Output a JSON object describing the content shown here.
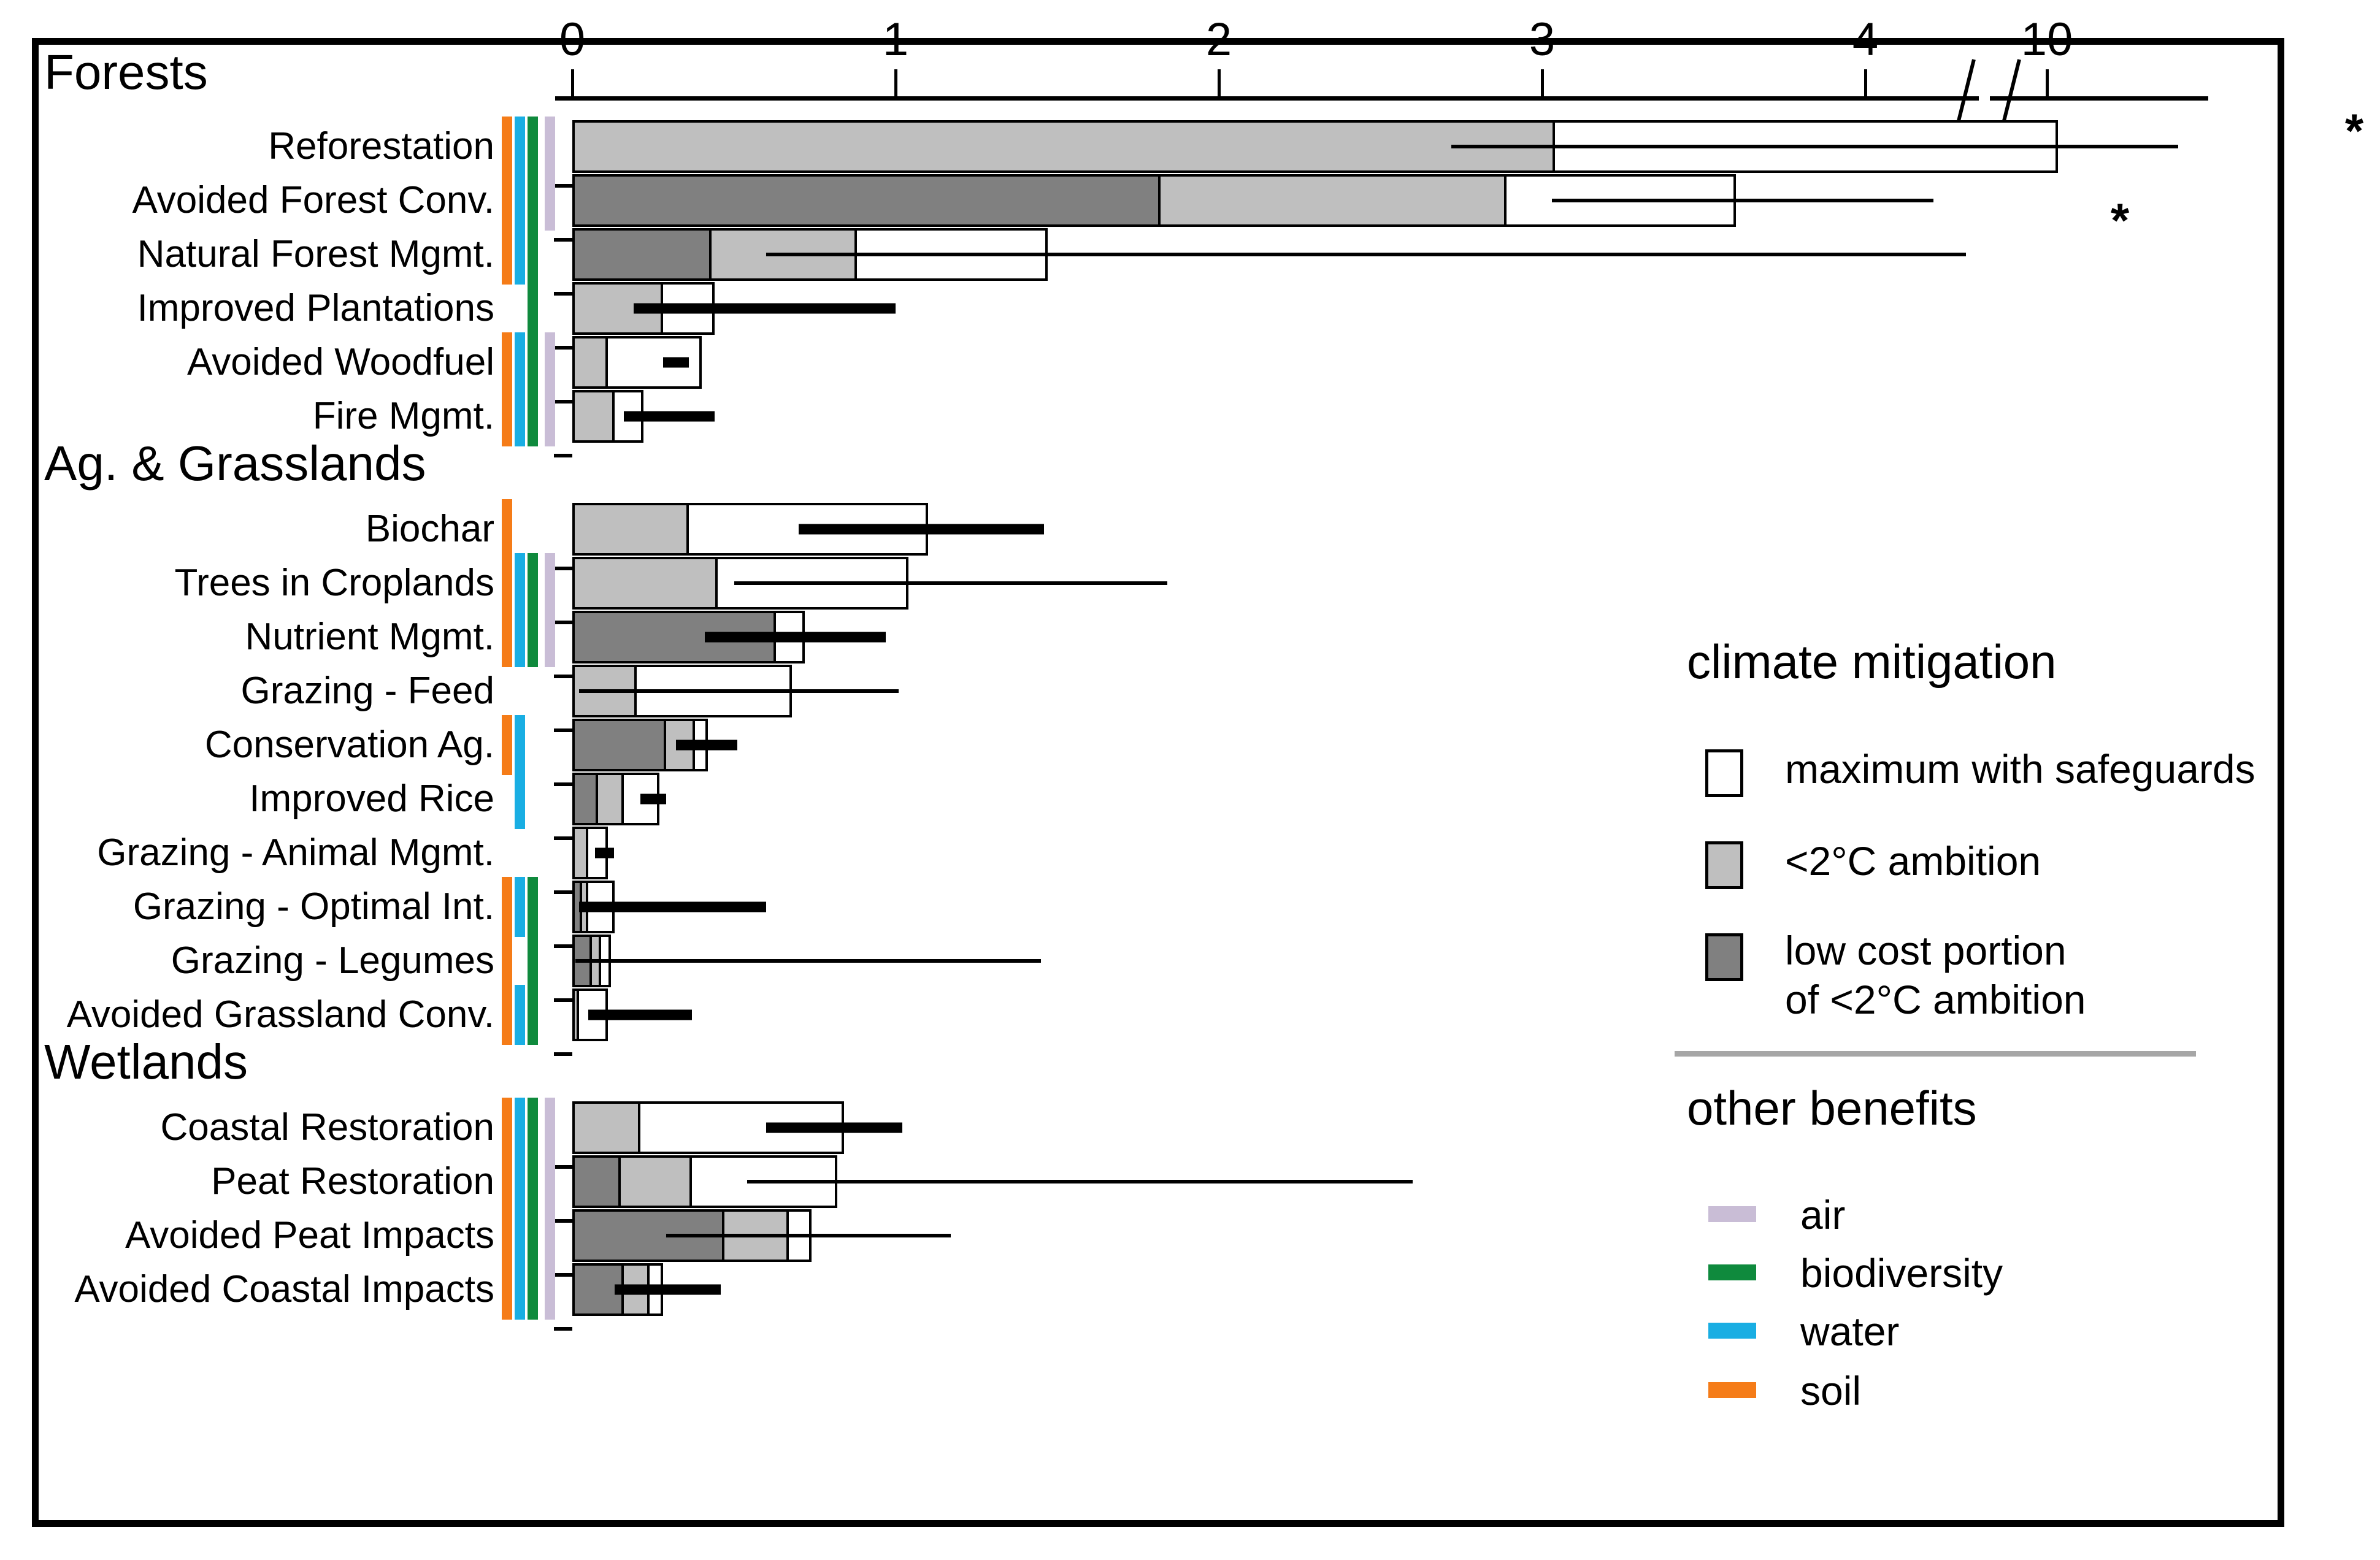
{
  "chart_data": {
    "type": "bar",
    "title": "",
    "xlabel": "",
    "ylabel": "",
    "xticks": [
      0,
      1,
      2,
      3,
      4,
      10
    ],
    "xtick_labels": [
      "0",
      "1",
      "2",
      "3",
      "4",
      "10"
    ],
    "axis_break_between": [
      4.5,
      9.3
    ],
    "grid": false,
    "stack_order": [
      "low cost portion of <2°C ambition",
      "<2°C ambition",
      "maximum with safeguards"
    ],
    "note_symbol": "*",
    "sections": [
      {
        "name": "Forests",
        "rows": [
          {
            "label": "Reforestation",
            "low": 0.0,
            "ambition": 3.04,
            "maximum": 10.17,
            "ci_low": 2.72,
            "ci_high": 12.0,
            "ci_truncated": true,
            "benefits": [
              "soil",
              "water",
              "biodiversity",
              "air"
            ]
          },
          {
            "label": "Avoided Forest Conv.",
            "low": 1.82,
            "ambition": 2.89,
            "maximum": 3.6,
            "ci_low": 3.03,
            "ci_high": 4.21,
            "ci_truncated": false,
            "benefits": [
              "soil",
              "water",
              "biodiversity",
              "air"
            ]
          },
          {
            "label": "Natural Forest Mgmt.",
            "low": 0.43,
            "ambition": 0.88,
            "maximum": 1.47,
            "ci_low": 0.6,
            "ci_high": 4.74,
            "ci_truncated": true,
            "benefits": [
              "soil",
              "water",
              "biodiversity"
            ]
          },
          {
            "label": "Improved Plantations",
            "low": 0.0,
            "ambition": 0.28,
            "maximum": 0.44,
            "ci_low": 0.19,
            "ci_high": 1.0,
            "ci_truncated": false,
            "benefits": [
              "biodiversity"
            ]
          },
          {
            "label": "Avoided Woodfuel",
            "low": 0.0,
            "ambition": 0.11,
            "maximum": 0.4,
            "ci_low": 0.28,
            "ci_high": 0.36,
            "ci_truncated": false,
            "benefits": [
              "soil",
              "water",
              "biodiversity",
              "air"
            ]
          },
          {
            "label": "Fire Mgmt.",
            "low": 0.0,
            "ambition": 0.13,
            "maximum": 0.22,
            "ci_low": 0.16,
            "ci_high": 0.44,
            "ci_truncated": false,
            "benefits": [
              "soil",
              "water",
              "biodiversity",
              "air"
            ]
          }
        ]
      },
      {
        "name": "Ag. & Grasslands",
        "rows": [
          {
            "label": "Biochar",
            "low": 0.0,
            "ambition": 0.36,
            "maximum": 1.1,
            "ci_low": 0.7,
            "ci_high": 1.46,
            "ci_truncated": false,
            "benefits": [
              "soil"
            ]
          },
          {
            "label": "Trees in Croplands",
            "low": 0.0,
            "ambition": 0.45,
            "maximum": 1.04,
            "ci_low": 0.5,
            "ci_high": 1.84,
            "ci_truncated": false,
            "benefits": [
              "soil",
              "water",
              "biodiversity",
              "air"
            ]
          },
          {
            "label": "Nutrient Mgmt.",
            "low": 0.63,
            "ambition": 0.63,
            "maximum": 0.72,
            "ci_low": 0.41,
            "ci_high": 0.97,
            "ci_truncated": false,
            "benefits": [
              "soil",
              "water",
              "biodiversity",
              "air"
            ]
          },
          {
            "label": "Grazing - Feed",
            "low": 0.0,
            "ambition": 0.2,
            "maximum": 0.68,
            "ci_low": 0.02,
            "ci_high": 1.01,
            "ci_truncated": false,
            "benefits": []
          },
          {
            "label": "Conservation Ag.",
            "low": 0.29,
            "ambition": 0.38,
            "maximum": 0.42,
            "ci_low": 0.32,
            "ci_high": 0.51,
            "ci_truncated": false,
            "benefits": [
              "soil",
              "water"
            ]
          },
          {
            "label": "Improved Rice",
            "low": 0.08,
            "ambition": 0.16,
            "maximum": 0.27,
            "ci_low": 0.21,
            "ci_high": 0.29,
            "ci_truncated": false,
            "benefits": [
              "water"
            ]
          },
          {
            "label": "Grazing - Animal Mgmt.",
            "low": 0.0,
            "ambition": 0.05,
            "maximum": 0.11,
            "ci_low": 0.07,
            "ci_high": 0.13,
            "ci_truncated": false,
            "benefits": []
          },
          {
            "label": "Grazing - Optimal Int.",
            "low": 0.03,
            "ambition": 0.05,
            "maximum": 0.13,
            "ci_low": 0.02,
            "ci_high": 0.6,
            "ci_truncated": false,
            "benefits": [
              "soil",
              "water",
              "biodiversity"
            ]
          },
          {
            "label": "Grazing - Legumes",
            "low": 0.06,
            "ambition": 0.09,
            "maximum": 0.12,
            "ci_low": 0.01,
            "ci_high": 1.45,
            "ci_truncated": false,
            "benefits": [
              "soil",
              "biodiversity"
            ]
          },
          {
            "label": "Avoided Grassland Conv.",
            "low": 0.0,
            "ambition": 0.02,
            "maximum": 0.11,
            "ci_low": 0.05,
            "ci_high": 0.37,
            "ci_truncated": false,
            "benefits": [
              "soil",
              "water",
              "biodiversity"
            ]
          }
        ]
      },
      {
        "name": "Wetlands",
        "rows": [
          {
            "label": "Coastal Restoration",
            "low": 0.0,
            "ambition": 0.21,
            "maximum": 0.84,
            "ci_low": 0.6,
            "ci_high": 1.02,
            "ci_truncated": false,
            "benefits": [
              "soil",
              "water",
              "biodiversity",
              "air"
            ]
          },
          {
            "label": "Peat Restoration",
            "low": 0.15,
            "ambition": 0.37,
            "maximum": 0.82,
            "ci_low": 0.54,
            "ci_high": 2.6,
            "ci_truncated": false,
            "benefits": [
              "soil",
              "water",
              "biodiversity",
              "air"
            ]
          },
          {
            "label": "Avoided Peat Impacts",
            "low": 0.47,
            "ambition": 0.67,
            "maximum": 0.74,
            "ci_low": 0.29,
            "ci_high": 1.17,
            "ci_truncated": false,
            "benefits": [
              "soil",
              "water",
              "biodiversity",
              "air"
            ]
          },
          {
            "label": "Avoided Coastal Impacts",
            "low": 0.16,
            "ambition": 0.24,
            "maximum": 0.28,
            "ci_low": 0.13,
            "ci_high": 0.46,
            "ci_truncated": false,
            "benefits": [
              "soil",
              "water",
              "biodiversity",
              "air"
            ]
          }
        ]
      }
    ]
  },
  "legend": {
    "mitigation": {
      "title": "climate mitigation",
      "items": [
        {
          "label": "maximum with safeguards",
          "color": "#ffffff"
        },
        {
          "label": "<2°C ambition",
          "color": "#bfbfbf"
        },
        {
          "label": "low cost portion\nof <2°C ambition",
          "label_line1": "low cost portion",
          "label_line2": "of <2°C ambition",
          "color": "#808080"
        }
      ]
    },
    "benefits": {
      "title": "other benefits",
      "items": [
        {
          "label": "air",
          "key": "air",
          "color": "#c9bdd6"
        },
        {
          "label": "biodiversity",
          "key": "biodiversity",
          "color": "#0f8a3d"
        },
        {
          "label": "water",
          "key": "water",
          "color": "#19aee3"
        },
        {
          "label": "soil",
          "key": "soil",
          "color": "#f57c18"
        }
      ]
    }
  },
  "colors": {
    "air": "#c9bdd6",
    "biodiversity": "#0f8a3d",
    "water": "#19aee3",
    "soil": "#f57c18",
    "low_cost": "#808080",
    "ambition": "#bfbfbf",
    "maximum": "#ffffff",
    "axis": "#000000",
    "rule": "#a6a6a6"
  }
}
